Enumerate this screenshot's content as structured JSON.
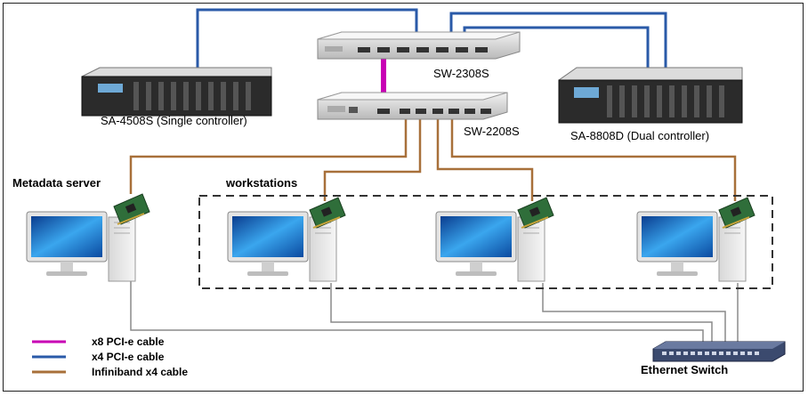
{
  "devices": {
    "sw2308": "SW-2308S",
    "sw2208": "SW-2208S",
    "sa4508": "SA-4508S (Single controller)",
    "sa8808": "SA-8808D (Dual controller)",
    "ethernet_switch": "Ethernet Switch"
  },
  "groups": {
    "metadata_server": "Metadata server",
    "workstations": "workstations"
  },
  "legend": [
    {
      "label": "x8 PCI-e cable",
      "color": "#c800b4"
    },
    {
      "label": "x4 PCI-e cable",
      "color": "#2a5aa8"
    },
    {
      "label": "Infiniband x4 cable",
      "color": "#a8703a"
    }
  ],
  "colors": {
    "x8_pcie": "#c800b4",
    "x4_pcie": "#2a5aa8",
    "infiniband": "#a8703a",
    "ethernet": "#8a8a8a"
  }
}
